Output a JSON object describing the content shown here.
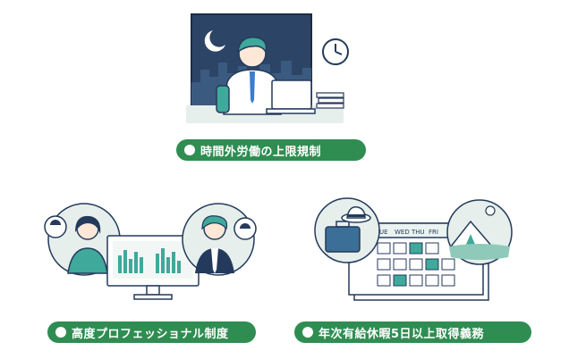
{
  "colors": {
    "accent": "#2f8d52",
    "teal": "#3fa99b",
    "navy": "#243a5c",
    "window": "#2c4567"
  },
  "sections": {
    "overtime": {
      "label": "時間外労働の上限規制",
      "icons": [
        "night-window-icon",
        "clock-icon",
        "worker-laptop-icon"
      ]
    },
    "professional": {
      "label": "高度プロフェッショナル制度",
      "icons": [
        "woman-avatar-icon",
        "man-avatar-icon",
        "bar-chart-monitor-icon"
      ]
    },
    "vacation": {
      "label": "年次有給休暇5日以上取得義務",
      "icons": [
        "suitcase-hat-icon",
        "calendar-icon",
        "tent-icon"
      ],
      "calendar_days": [
        "UE",
        "WED",
        "THU",
        "FRI"
      ]
    }
  }
}
